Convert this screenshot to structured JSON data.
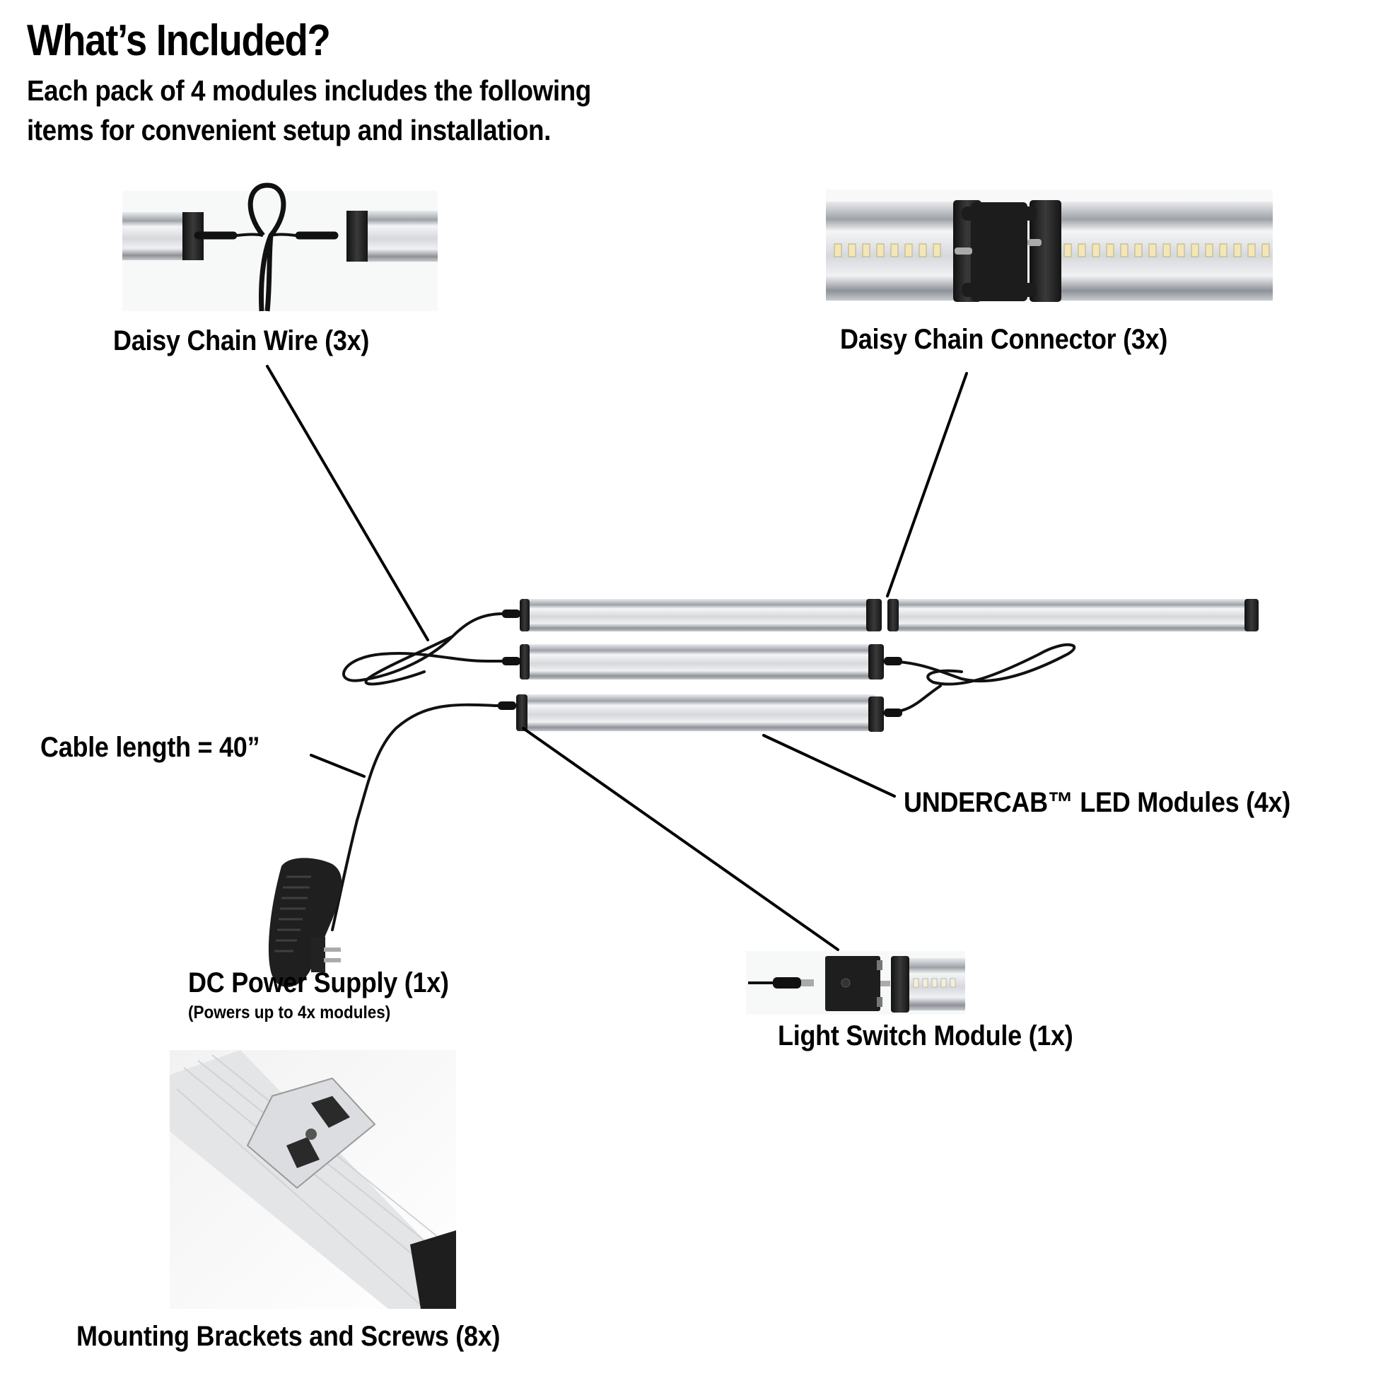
{
  "header": {
    "title": "What’s Included?",
    "subtitle_line1": "Each pack of 4 modules includes the following",
    "subtitle_line2": "items for convenient setup and installation."
  },
  "items": {
    "daisy_chain_wire": {
      "label": "Daisy Chain Wire (3x)",
      "quantity": 3
    },
    "daisy_chain_connector": {
      "label": "Daisy Chain Connector (3x)",
      "quantity": 3
    },
    "cable_length": {
      "label": "Cable length = 40”",
      "value_inches": 40
    },
    "led_modules": {
      "label": "UNDERCAB™ LED Modules (4x)",
      "quantity": 4
    },
    "power_supply": {
      "label": "DC Power Supply (1x)",
      "note": "(Powers up to 4x modules)",
      "quantity": 1
    },
    "light_switch": {
      "label": "Light Switch Module (1x)",
      "quantity": 1
    },
    "mounting_brackets": {
      "label": "Mounting Brackets and Screws (8x)",
      "quantity": 8
    }
  },
  "colors": {
    "text": "#000000",
    "aluminum": "#c9ccd0",
    "endcap": "#222222",
    "cable": "#111111",
    "background": "#ffffff"
  }
}
